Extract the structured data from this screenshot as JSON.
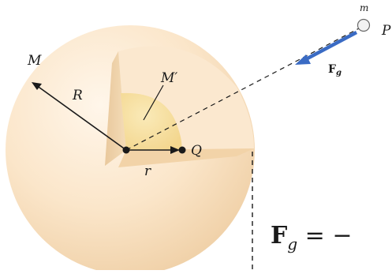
{
  "labels": {
    "M": "M",
    "R": "R",
    "M_prime": "M′",
    "Q": "Q",
    "r": "r",
    "m": "m",
    "P": "P",
    "Fg_main": "F",
    "Fg_sub": "g"
  },
  "equation": {
    "F": "F",
    "sub": "g",
    "rest": " = −"
  },
  "colors": {
    "sphere_light": "#fbead3",
    "sphere_mid": "#f6dcb8",
    "sphere_shadow": "#eac9a0",
    "inner_core": "#f6dea1",
    "cut_face": "#f9e4c6",
    "force_arrow": "#3a6bc4",
    "ink": "#1a1a1a"
  }
}
